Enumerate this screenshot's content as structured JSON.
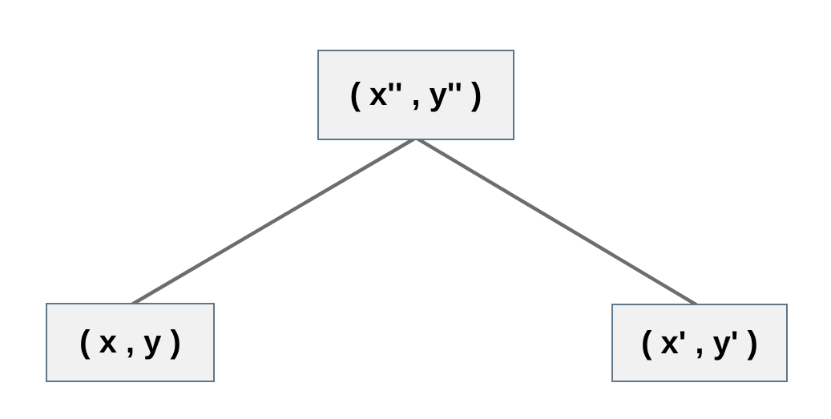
{
  "diagram": {
    "type": "tree",
    "nodes": [
      {
        "id": "root",
        "label": "( x'' , y'' )"
      },
      {
        "id": "left-child",
        "label": "( x , y )"
      },
      {
        "id": "right-child",
        "label": "( x' , y' )"
      }
    ],
    "edges": [
      {
        "from": "root",
        "to": "left-child"
      },
      {
        "from": "root",
        "to": "right-child"
      }
    ],
    "colors": {
      "background": "#ffffff",
      "node_fill": "#f1f1f2",
      "node_border": "#5d7789",
      "edge": "#6d6d6d",
      "text": "#000000"
    }
  }
}
